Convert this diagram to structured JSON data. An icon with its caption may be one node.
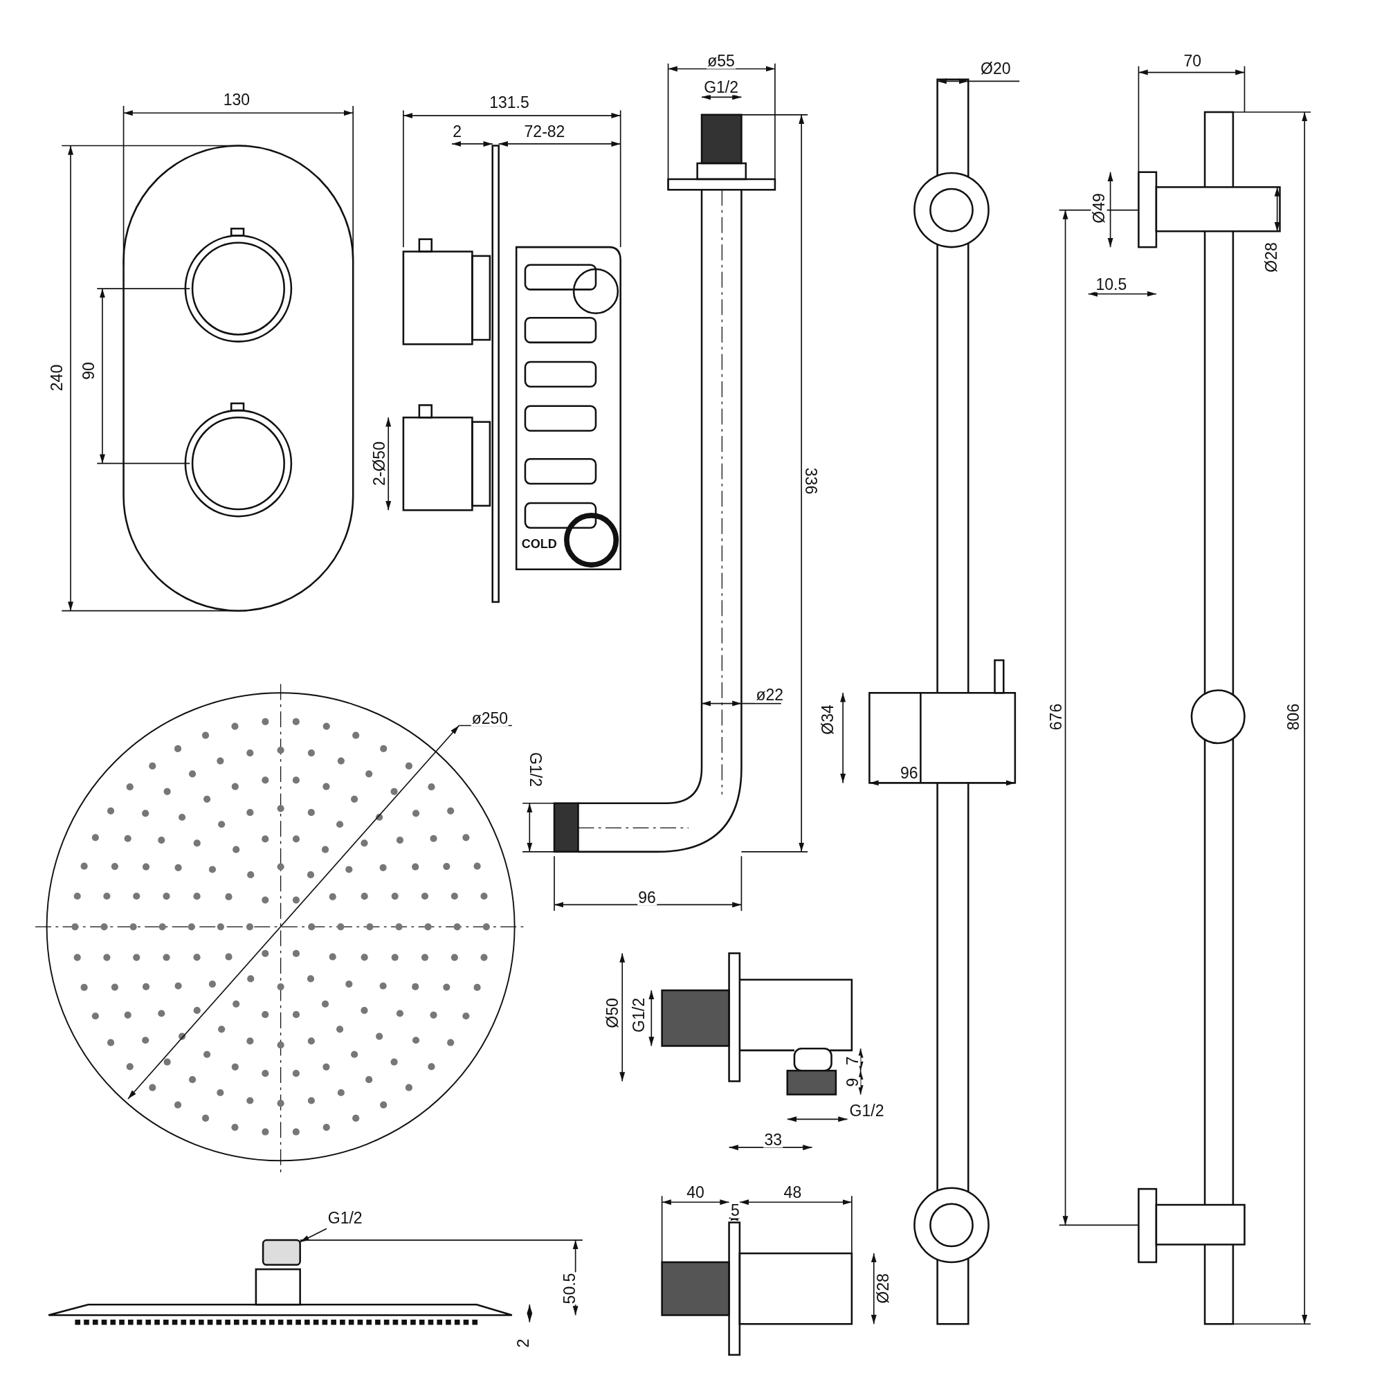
{
  "diagram": {
    "nodes": [
      {
        "text": [
          "G1/2"
        ]
      },
      {
        "text": [],
        "shape": "picture"
      }
    ],
    "edges": [
      {
        "from": 0,
        "to": 1,
        "arrow": "to"
      }
    ],
    "labels": [
      "130",
      "131.5",
      "2",
      "72-82",
      "240",
      "90",
      "2-Ø50",
      "COLD",
      "ø55",
      "G1/2",
      "336",
      "ø22",
      "G1/2",
      "96",
      "Ø20",
      "Ø34",
      "96",
      "676",
      "70",
      "Ø49",
      "10.5",
      "Ø28",
      "806",
      "ø250",
      "Ø50",
      "G1/2",
      "7",
      "9",
      "G1/2",
      "33",
      "40",
      "5",
      "48",
      "50.5",
      "Ø28",
      "2"
    ]
  }
}
